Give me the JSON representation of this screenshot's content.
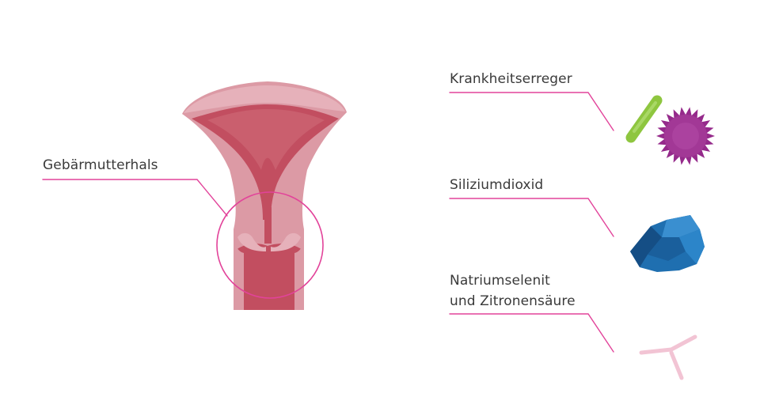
{
  "labels": {
    "cervix": "Gebärmutterhals",
    "pathogens": "Krankheitserreger",
    "silica": "Siliziumdioxid",
    "selenite_line1": "Natriumselenit",
    "selenite_line2": "und Zitronensäure"
  },
  "colors": {
    "leader_line": "#e2439a",
    "uterus_outer": "#dc9aa5",
    "uterus_inner": "#c24e60",
    "uterus_highlight": "#cf6a78",
    "pathogen_rod": "#8ec63f",
    "pathogen_virus": "#952a8b",
    "silica_particle": "#1f6fb0",
    "selenite_crystal": "#f2c4d4"
  },
  "icons": {
    "pathogens": "bacteria-virus-icon",
    "silica": "silica-particle-icon",
    "selenite": "crystal-icon"
  }
}
